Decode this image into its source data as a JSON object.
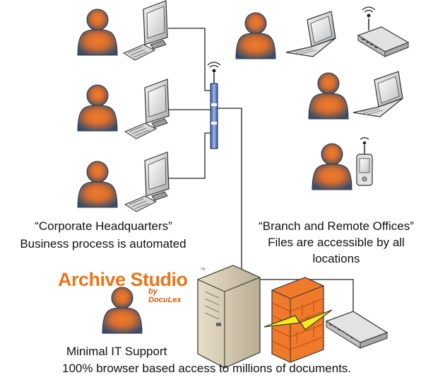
{
  "diagram": {
    "headquarters": {
      "title": "“Corporate Headquarters”",
      "subtitle": "Business process is automated"
    },
    "branch": {
      "title": "“Branch and Remote Offices”",
      "line1": "Files are accessible by all",
      "line2": "locations"
    },
    "brand": {
      "name": "Archive Studio",
      "trademark": "™",
      "byline": "by DocuLex"
    },
    "support_label": "Minimal IT Support",
    "footer": "100% browser based access to millions of documents."
  },
  "colors": {
    "person_gradient_inner": "#f07c2a",
    "person_gradient_outer": "#3a4e66",
    "brand_orange": "#e8761d",
    "firewall_orange": "#f07a2b",
    "lightning_yellow": "#f6e91c",
    "line": "#222222"
  },
  "icons": [
    "person-icon",
    "desktop-computer-icon",
    "laptop-icon",
    "wireless-router-icon",
    "pda-icon",
    "wireless-access-point-icon",
    "server-tower-icon",
    "firewall-icon",
    "network-switch-icon",
    "lightning-icon"
  ]
}
